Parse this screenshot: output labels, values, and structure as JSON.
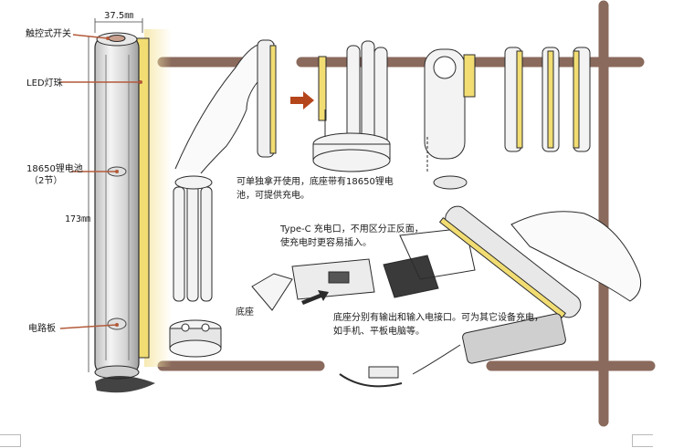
{
  "colors": {
    "frame_bar": "#8a6a5c",
    "led_strip": "#f2dd73",
    "glow": "#f6e7a8",
    "leader_line": "#b35a3a",
    "sketch_line": "#2b2b2b",
    "tube_shade": "#d9d9d9",
    "arrow": "#b5461c"
  },
  "labels": {
    "width_dim": "37.5㎜",
    "height_dim": "173㎜",
    "touch_switch": "触控式开关",
    "led_beads": "LED灯珠",
    "battery_line1": "18650锂电池",
    "battery_line2": "（2节）",
    "circuit_board": "电路板",
    "hand_writing": "底座"
  },
  "notes": {
    "standalone_line1": "可单独拿开使用，底座带有18650锂电",
    "standalone_line2": "池，可提供充电。",
    "typec_line1": "Type-C 充电口，不用区分正反面，",
    "typec_line2": "使充电时更容易插入。",
    "base_line1": "底座分别有输出和输入电接口。可为其它设备充电，",
    "base_line2": "如手机、平板电脑等。"
  }
}
